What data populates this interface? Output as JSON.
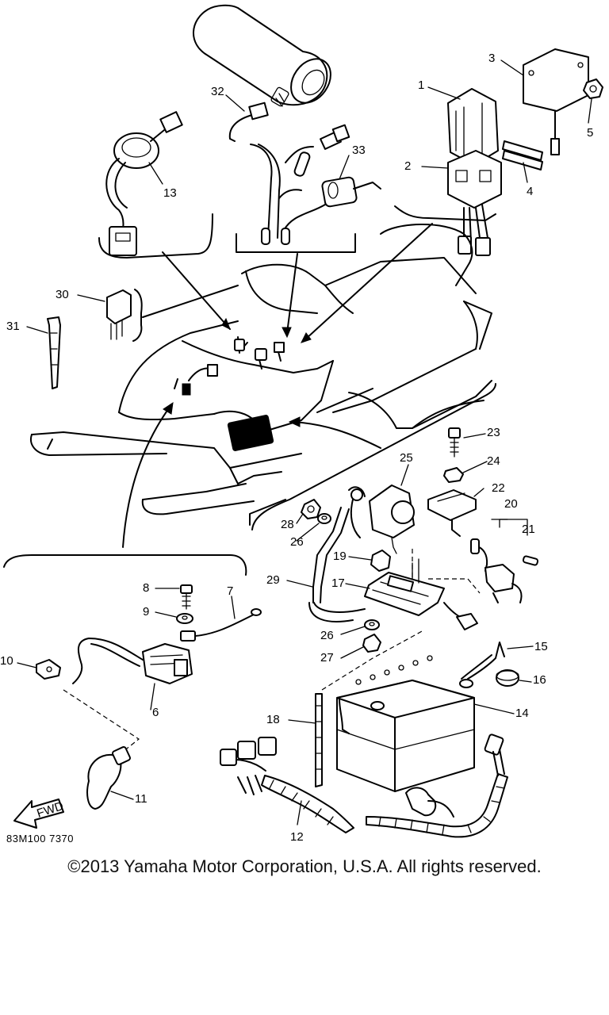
{
  "diagram": {
    "code": "83M100 7370",
    "fwd_label": "FWD",
    "callouts": [
      "1",
      "2",
      "3",
      "4",
      "5",
      "6",
      "7",
      "8",
      "9",
      "10",
      "11",
      "12",
      "13",
      "14",
      "15",
      "16",
      "17",
      "18",
      "19",
      "20",
      "21",
      "22",
      "23",
      "24",
      "25",
      "26",
      "26",
      "27",
      "28",
      "29",
      "30",
      "31",
      "32",
      "33"
    ]
  },
  "footer": {
    "copyright": "©2013 Yamaha Motor Corporation, U.S.A. All rights reserved."
  }
}
